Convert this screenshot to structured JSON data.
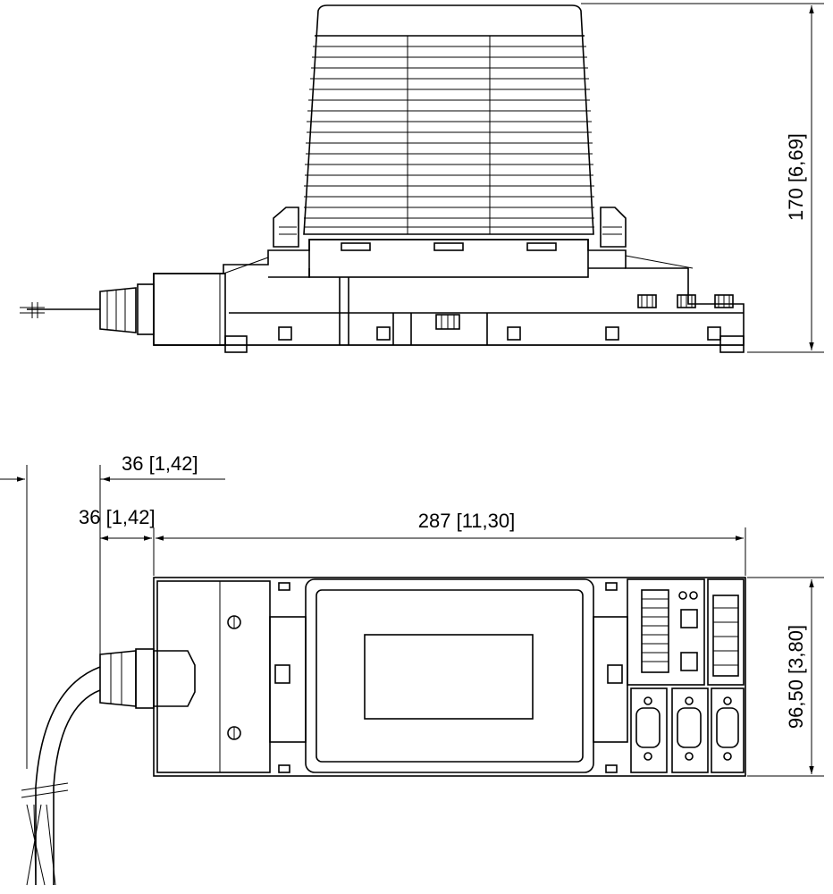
{
  "dimensions": {
    "height": "170 [6,69]",
    "offset_top": "36 [1,42]",
    "offset_bottom": "36 [1,42]",
    "length": "287 [11,30]",
    "width": "96,50 [3,80]"
  }
}
